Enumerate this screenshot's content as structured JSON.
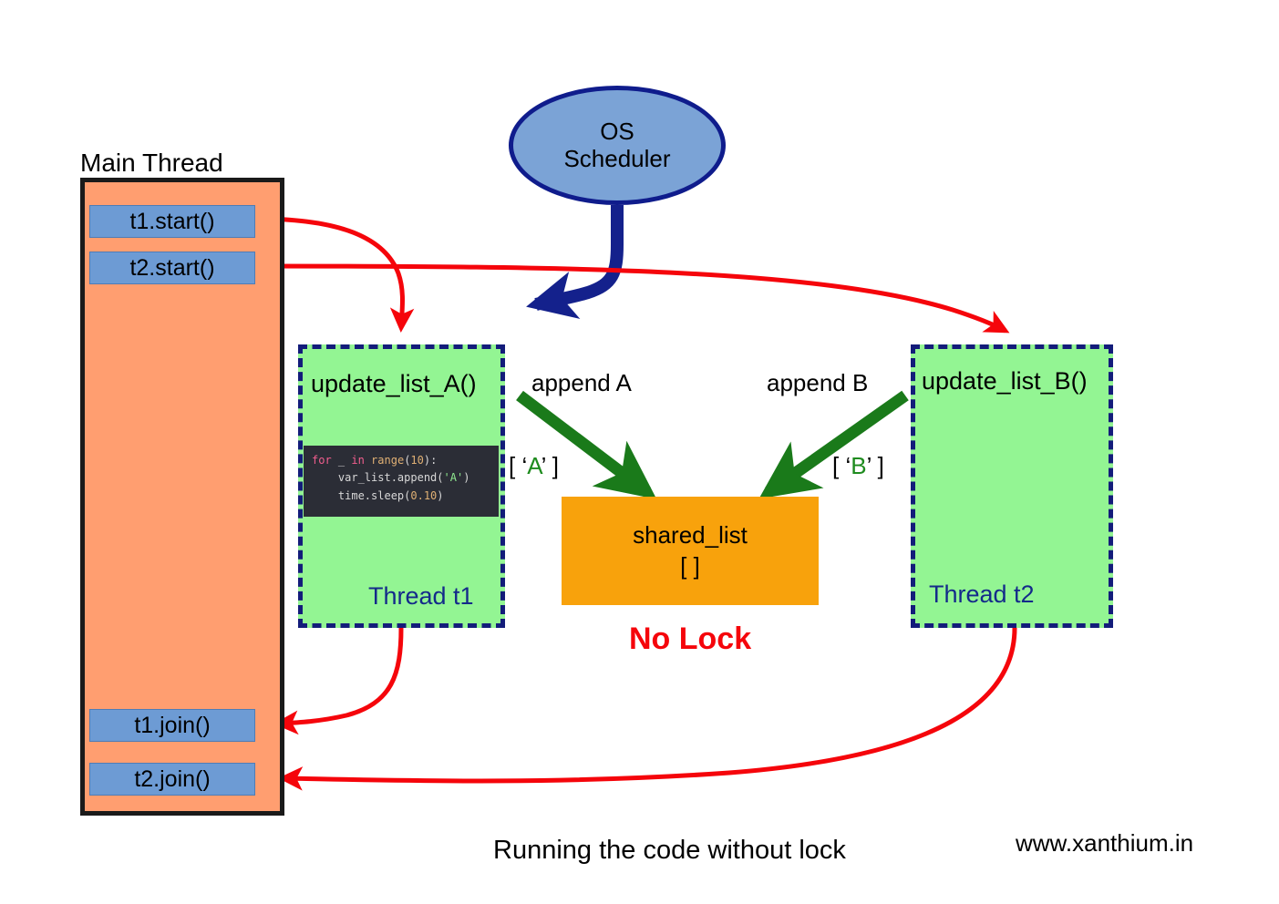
{
  "diagram": {
    "main_thread": {
      "label": "Main Thread",
      "buttons": [
        {
          "id": "t1-start",
          "label": "t1.start()"
        },
        {
          "id": "t2-start",
          "label": "t2.start()"
        },
        {
          "id": "t1-join",
          "label": "t1.join()"
        },
        {
          "id": "t2-join",
          "label": "t2.join()"
        }
      ]
    },
    "os_scheduler": {
      "line1": "OS",
      "line2": "Scheduler"
    },
    "thread_t1": {
      "function_name": "update_list_A()",
      "tag": "Thread t1",
      "code": {
        "line1_kw1": "for",
        "line1_var": " _ ",
        "line1_kw2": "in",
        "line1_fn": " range",
        "line1_paren_open": "(",
        "line1_num": "10",
        "line1_paren_close": "):",
        "line2_text": "    var_list.append(",
        "line2_str": "'A'",
        "line2_close": ")",
        "line3_text": "    time.sleep(",
        "line3_num": "0.10",
        "line3_close": ")"
      }
    },
    "thread_t2": {
      "function_name": "update_list_B()",
      "tag": "Thread t2"
    },
    "shared_list": {
      "name": "shared_list",
      "contents": "[ ]"
    },
    "no_lock_label": "No Lock",
    "append_a_label": "append A",
    "append_b_label": "append B",
    "list_value_a": {
      "open": "[ ‘",
      "letter": "A",
      "close": "’ ]"
    },
    "list_value_b": {
      "open": "[ ‘",
      "letter": "B",
      "close": "’ ]"
    },
    "caption": "Running the code without lock",
    "website": "www.xanthium.in",
    "colors": {
      "main_thread_fill": "#FF9E70",
      "main_thread_border": "#1A1A1A",
      "call_button_fill": "#6D9BD4",
      "thread_fill": "#93F593",
      "thread_border": "#131C7A",
      "scheduler_fill": "#7BA3D6",
      "scheduler_border": "#0F1C8C",
      "shared_list_fill": "#F8A20C",
      "flow_arrow": "#F5050B",
      "append_arrow": "#1A7A1A",
      "scheduler_arrow": "#14218C",
      "no_lock_text": "#F5050B",
      "thread_tag_text": "#142A8A"
    }
  }
}
